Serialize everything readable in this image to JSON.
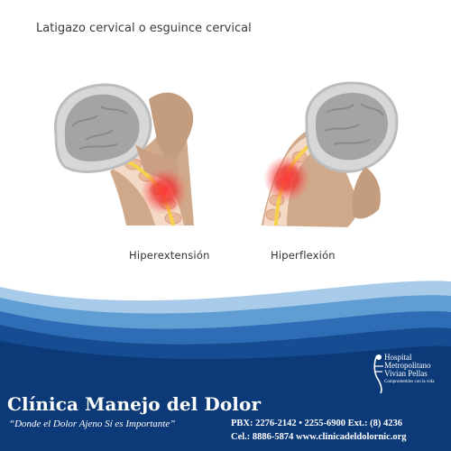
{
  "header": {
    "title": "Latigazo cervical o esguince cervical"
  },
  "labels": {
    "extension": "Hiperextensión",
    "flexion": "Hiperflexión"
  },
  "footer": {
    "clinic_name": "Clínica Manejo del Dolor",
    "slogan": "“Donde el Dolor Ajeno Sí es Importante”",
    "phone_line": "PBX: 2276-2142 • 2255-6900 Ext.: (8) 4236",
    "cell_line": "Cel.: 8886-5874 www.clinicadeldolornic.org"
  },
  "logo": {
    "line1": "Hospital",
    "line2": "Metropolitano",
    "line3": "Vivian Pellas",
    "tagline": "Comprometidos con la vida"
  },
  "colors": {
    "navy": "#0c3a78",
    "blue": "#1f5fa8",
    "light_blue": "#6aa6d8",
    "skin": "#cfa98a",
    "pain": "#e8202a"
  }
}
